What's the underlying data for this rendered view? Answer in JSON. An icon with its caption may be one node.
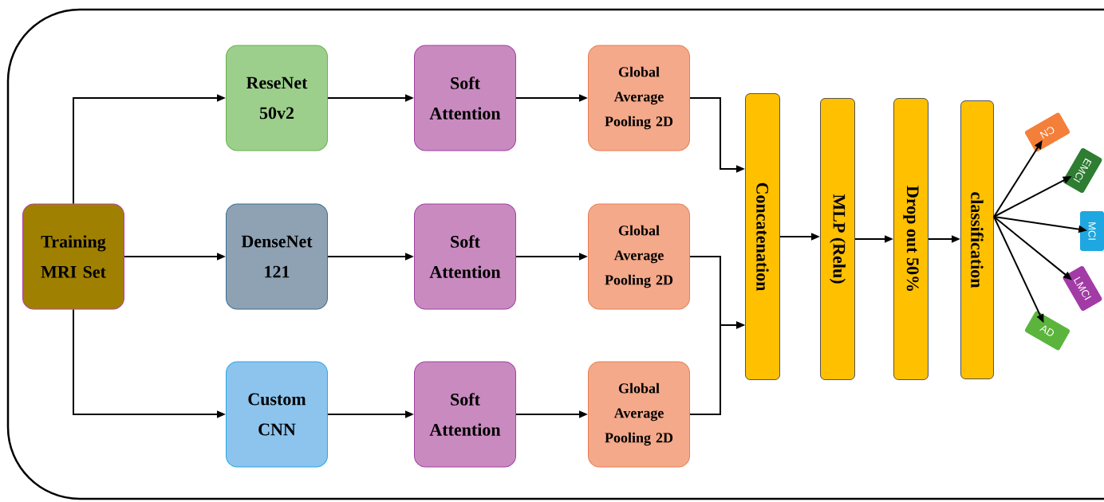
{
  "diagram": {
    "nodes": [
      {
        "text": [
          "Training MRI Set"
        ]
      },
      {
        "text": [
          "ReseNet 50v2"
        ]
      },
      {
        "text": [
          "DenseNet 121"
        ]
      },
      {
        "text": [
          "Custom CNN"
        ]
      },
      {
        "text": [
          "Soft Attention"
        ]
      },
      {
        "text": [
          "Soft Attention"
        ]
      },
      {
        "text": [
          "Soft Attention"
        ]
      },
      {
        "text": [
          "Global Average Pooling 2D"
        ]
      },
      {
        "text": [
          "Global Average Pooling 2D"
        ]
      },
      {
        "text": [
          "Global Average Pooling 2D"
        ]
      },
      {
        "text": [
          "Concatenation"
        ]
      },
      {
        "text": [
          "MLP (Relu)"
        ]
      },
      {
        "text": [
          "Drop out 50%"
        ]
      },
      {
        "text": [
          "classification"
        ]
      },
      {
        "text": [
          "CN"
        ]
      },
      {
        "text": [
          "EMCI"
        ]
      },
      {
        "text": [
          "MCI"
        ]
      },
      {
        "text": [
          "LMCI"
        ]
      },
      {
        "text": [
          "AD"
        ]
      }
    ],
    "edges": [
      {
        "from": 0,
        "to": 1,
        "arrow": "to"
      },
      {
        "from": 0,
        "to": 2,
        "arrow": "to"
      },
      {
        "from": 0,
        "to": 3,
        "arrow": "to"
      },
      {
        "from": 1,
        "to": 4,
        "arrow": "to"
      },
      {
        "from": 2,
        "to": 5,
        "arrow": "to"
      },
      {
        "from": 3,
        "to": 6,
        "arrow": "to"
      },
      {
        "from": 4,
        "to": 7,
        "arrow": "to"
      },
      {
        "from": 5,
        "to": 8,
        "arrow": "to"
      },
      {
        "from": 6,
        "to": 9,
        "arrow": "to"
      },
      {
        "from": 7,
        "to": 10,
        "arrow": "to"
      },
      {
        "from": 8,
        "to": 10,
        "arrow": "to"
      },
      {
        "from": 9,
        "to": 10,
        "arrow": "to"
      },
      {
        "from": 10,
        "to": 11,
        "arrow": "to"
      },
      {
        "from": 11,
        "to": 12,
        "arrow": "to"
      },
      {
        "from": 12,
        "to": 13,
        "arrow": "to"
      },
      {
        "from": 13,
        "to": 14,
        "arrow": "to"
      },
      {
        "from": 13,
        "to": 15,
        "arrow": "to"
      },
      {
        "from": 13,
        "to": 16,
        "arrow": "to"
      },
      {
        "from": 13,
        "to": 17,
        "arrow": "to"
      },
      {
        "from": 13,
        "to": 18,
        "arrow": "to"
      }
    ]
  }
}
